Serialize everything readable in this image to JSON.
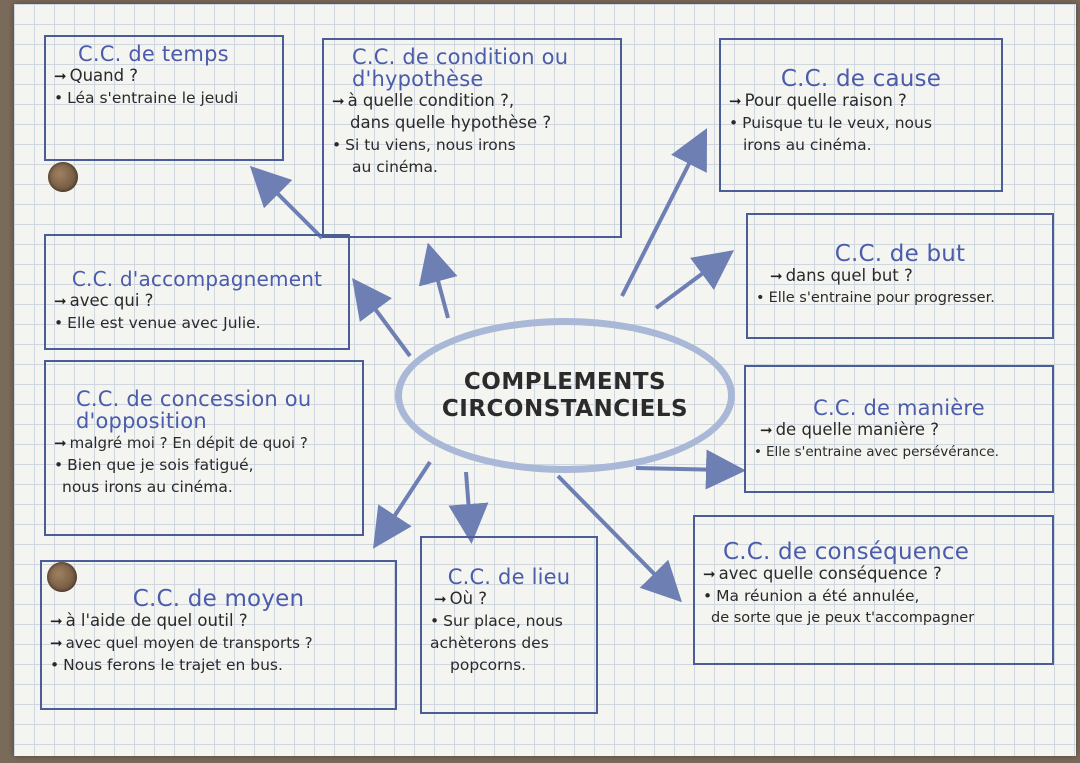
{
  "center": {
    "line1": "COMPLEMENTS",
    "line2": "CIRCONSTANCIELS"
  },
  "boxes": {
    "temps": {
      "title": "C.C. de temps",
      "question": "Quand ?",
      "example": "Léa s'entraine le jeudi"
    },
    "condition": {
      "title1": "C.C. de condition ou",
      "title2": "d'hypothèse",
      "question1": "à quelle condition ?,",
      "question2": "dans quelle hypothèse ?",
      "example1": "Si tu viens, nous irons",
      "example2": "au cinéma."
    },
    "cause": {
      "title": "C.C. de cause",
      "question": "Pour quelle raison ?",
      "example1": "Puisque tu le veux, nous",
      "example2": "irons au cinéma."
    },
    "accompagnement": {
      "title": "C.C. d'accompagnement",
      "question": "avec qui ?",
      "example": "Elle est venue avec Julie."
    },
    "but": {
      "title": "C.C. de but",
      "question": "dans quel but ?",
      "example": "Elle s'entraine pour progresser."
    },
    "concession": {
      "title1": "C.C. de concession ou",
      "title2": "d'opposition",
      "question": "malgré moi ? En dépit de quoi ?",
      "example1": "Bien que je sois fatigué,",
      "example2": "nous irons au cinéma."
    },
    "maniere": {
      "title": "C.C. de manière",
      "question": "de quelle manière ?",
      "example": "Elle s'entraine avec persévérance."
    },
    "moyen": {
      "title": "C.C. de moyen",
      "question1": "à l'aide de quel outil ?",
      "question2": "avec quel moyen de transports ?",
      "example": "Nous ferons le trajet en bus."
    },
    "lieu": {
      "title": "C.C. de lieu",
      "question": "Où ?",
      "example1": "Sur place, nous",
      "example2": "achèterons des",
      "example3": "popcorns."
    },
    "consequence": {
      "title": "C.C. de conséquence",
      "question": "avec quelle conséquence ?",
      "example1": "Ma réunion a été annulée,",
      "example2": "de sorte que je peux t'accompagner"
    }
  },
  "colors": {
    "ink_blue": "#4a5cab",
    "box_border": "#4b5d97",
    "arrow": "#6d7fb3",
    "ellipse": "#a9b8d6"
  },
  "glyphs": {
    "arrow": "➞",
    "bullet": "•"
  }
}
